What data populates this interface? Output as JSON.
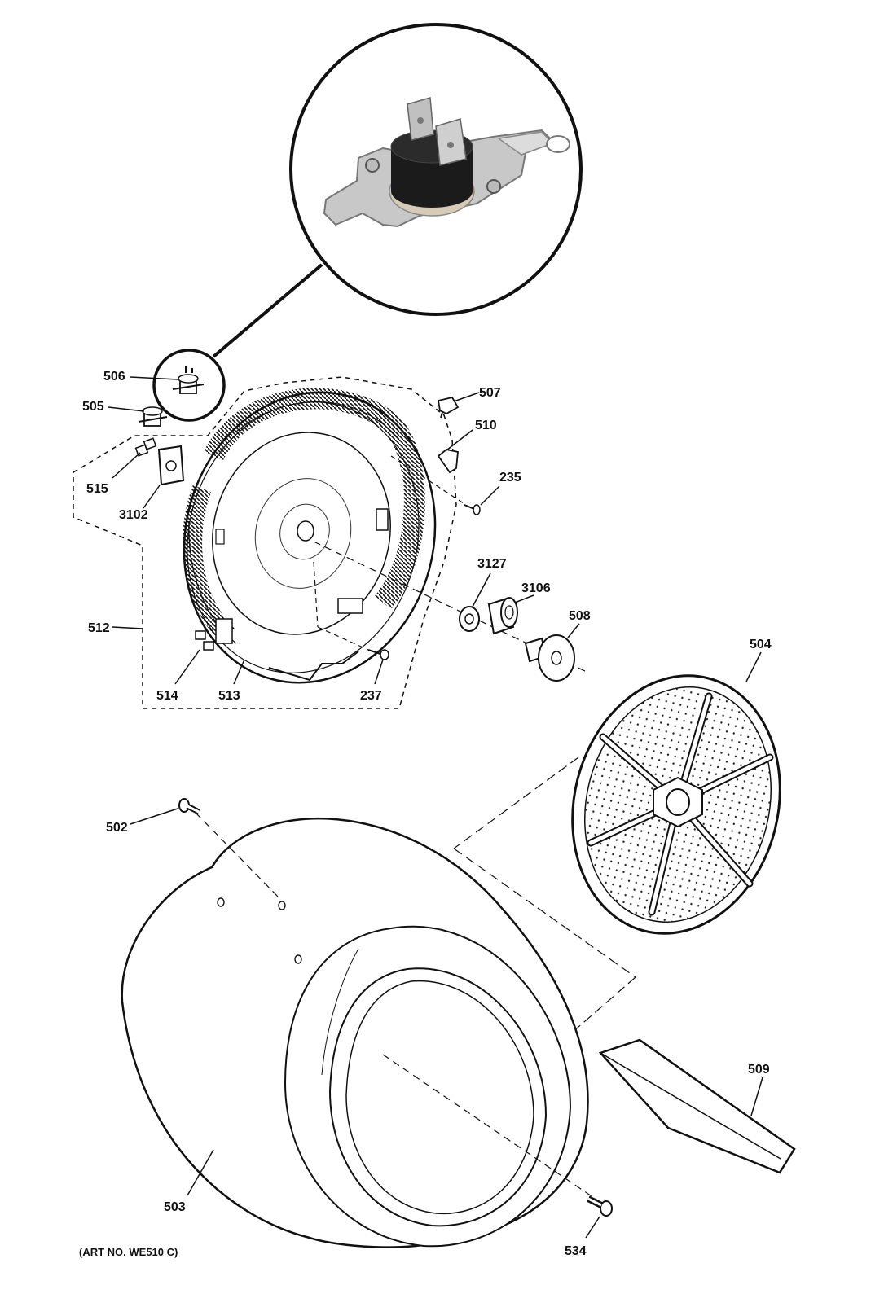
{
  "diagram": {
    "art_number": "(ART NO. WE510 C)",
    "parts": [
      {
        "id": "506",
        "label": "506"
      },
      {
        "id": "505",
        "label": "505"
      },
      {
        "id": "507",
        "label": "507"
      },
      {
        "id": "510",
        "label": "510"
      },
      {
        "id": "515",
        "label": "515"
      },
      {
        "id": "3102",
        "label": "3102"
      },
      {
        "id": "235",
        "label": "235"
      },
      {
        "id": "3127",
        "label": "3127"
      },
      {
        "id": "3106",
        "label": "3106"
      },
      {
        "id": "508",
        "label": "508"
      },
      {
        "id": "512",
        "label": "512"
      },
      {
        "id": "514",
        "label": "514"
      },
      {
        "id": "513",
        "label": "513"
      },
      {
        "id": "237",
        "label": "237"
      },
      {
        "id": "504",
        "label": "504"
      },
      {
        "id": "502",
        "label": "502"
      },
      {
        "id": "509",
        "label": "509"
      },
      {
        "id": "503",
        "label": "503"
      },
      {
        "id": "534",
        "label": "534"
      }
    ]
  }
}
